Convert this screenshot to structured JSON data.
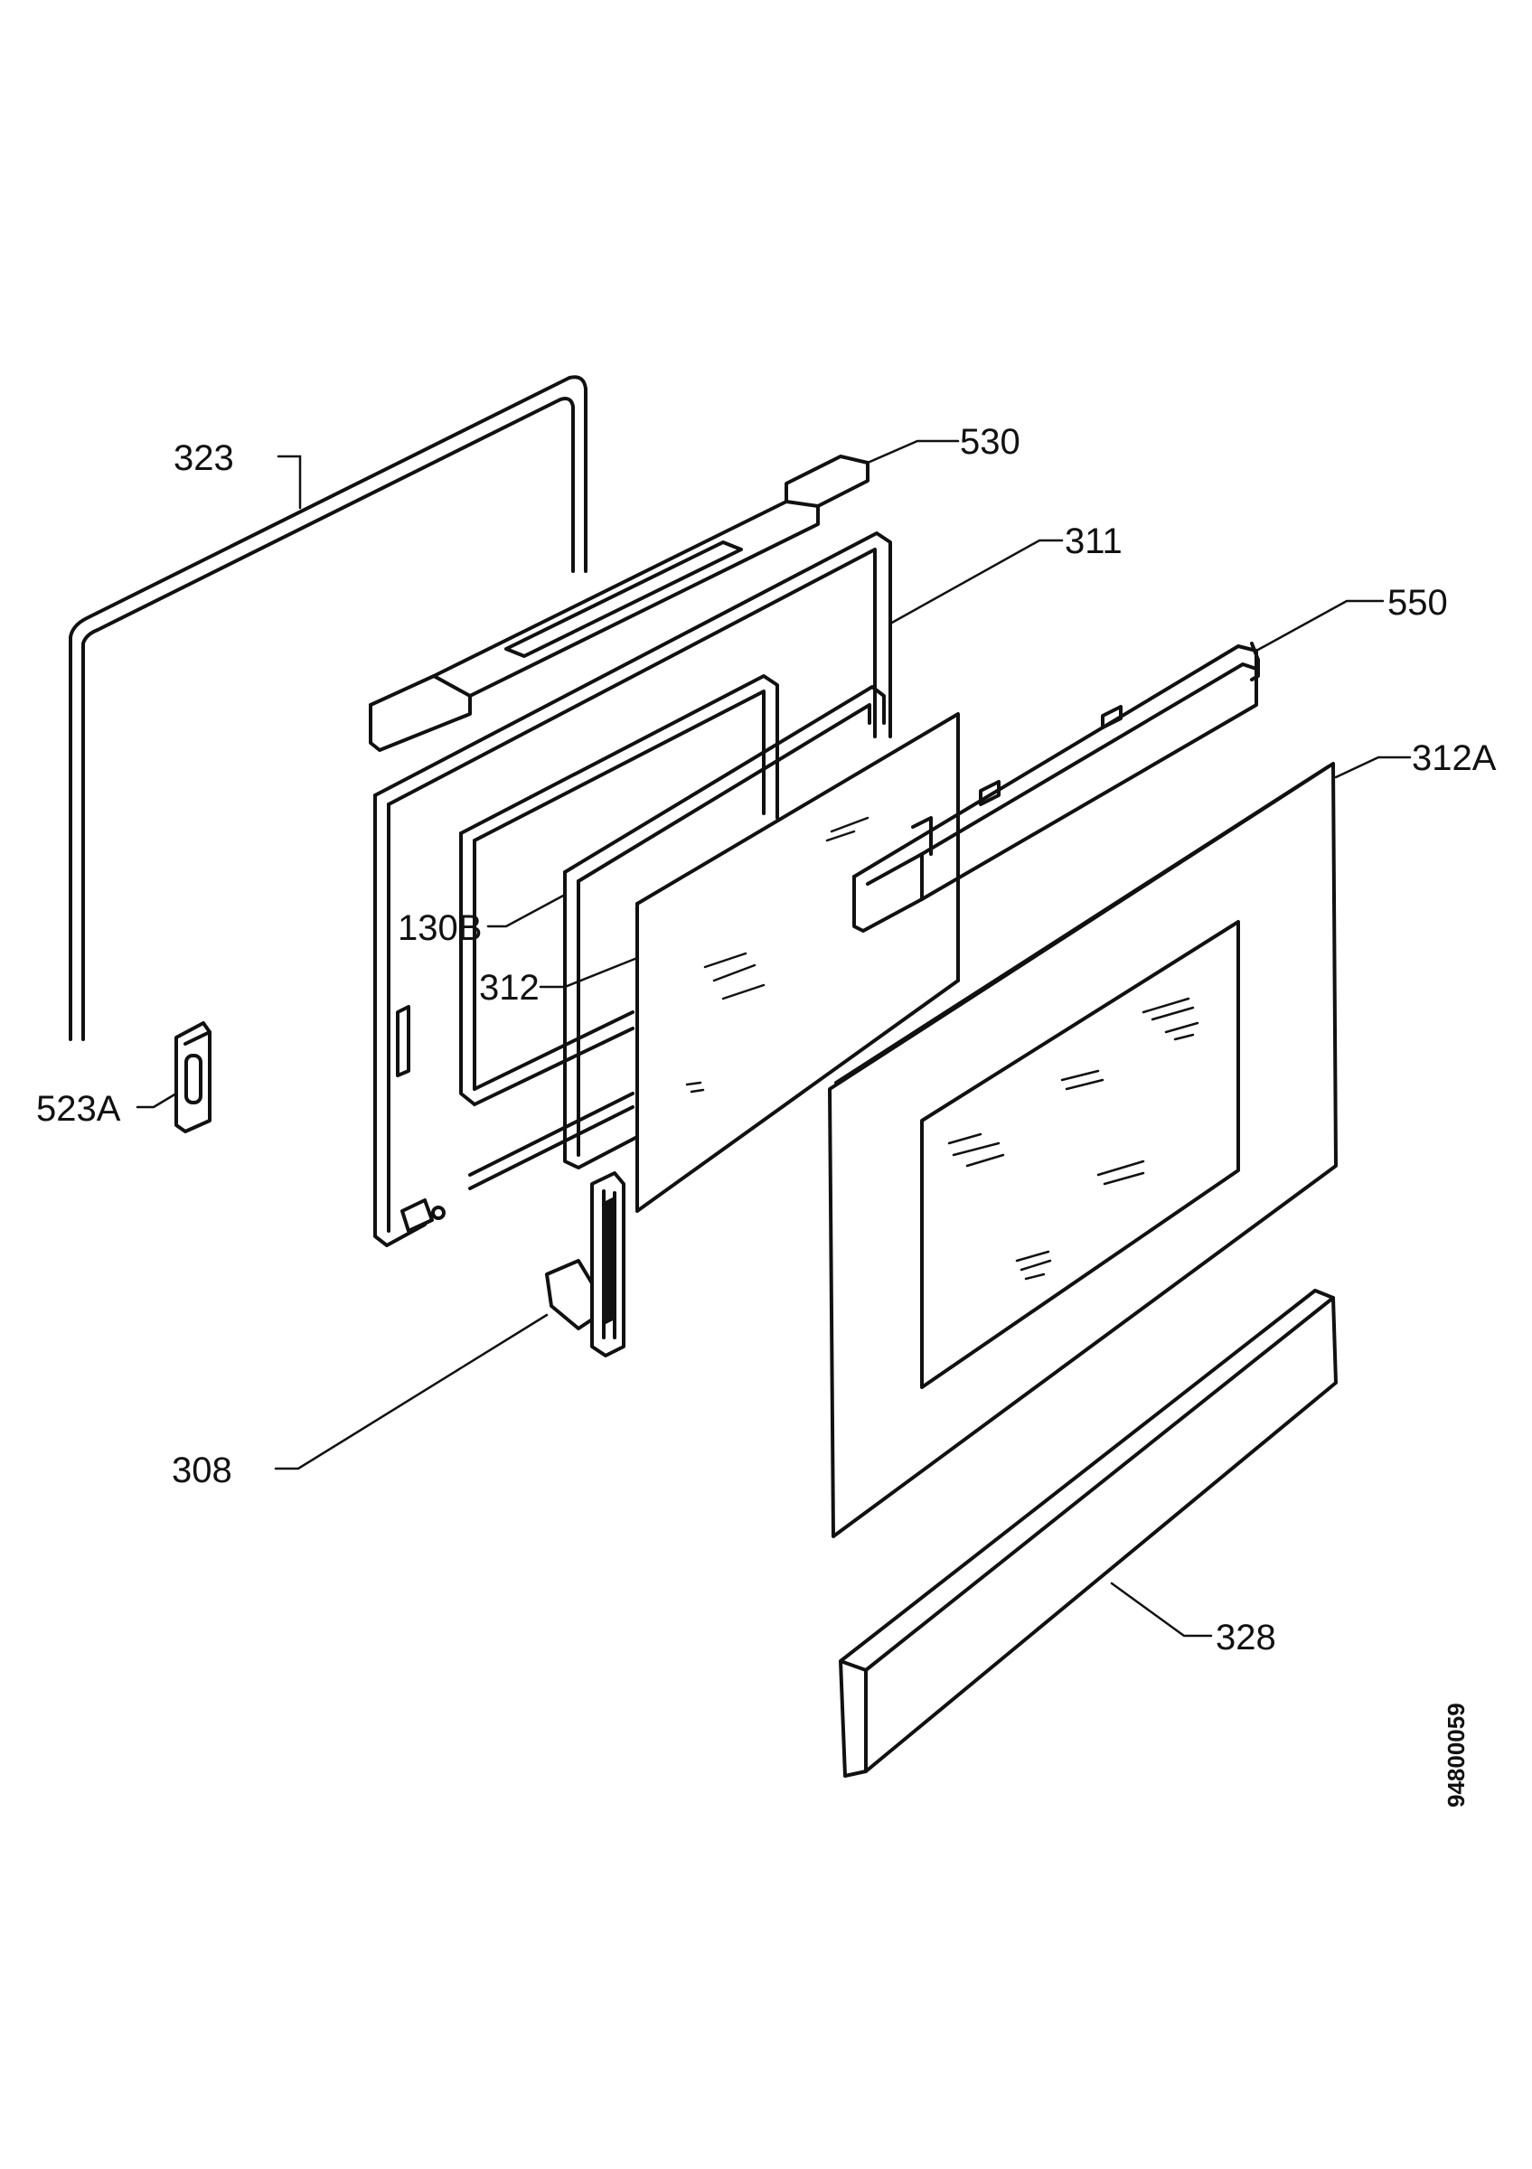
{
  "labels": {
    "p323": "323",
    "p530": "530",
    "p311": "311",
    "p550": "550",
    "p312A": "312A",
    "p130B": "130B",
    "p312": "312",
    "p523A": "523A",
    "p308": "308",
    "p328": "328"
  },
  "drawing_number": "94800059"
}
